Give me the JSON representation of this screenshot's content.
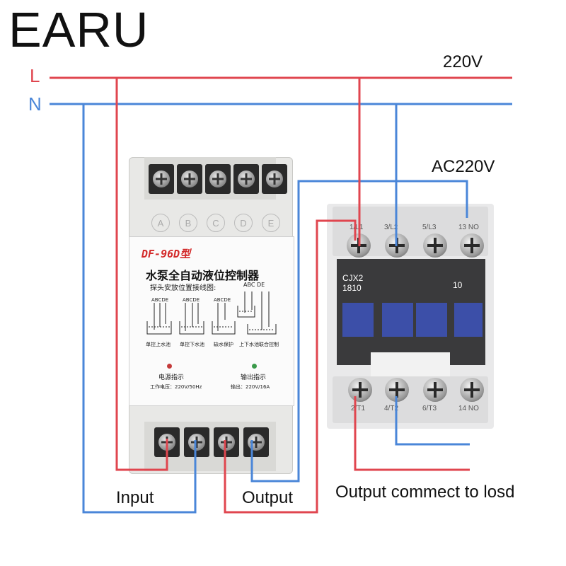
{
  "brand": "EARU",
  "lines": {
    "live": "L",
    "neutral": "N"
  },
  "labels": {
    "supply": "220V",
    "coil": "AC220V",
    "input": "Input",
    "output": "Output",
    "load": "Output commect to losd"
  },
  "controller": {
    "model": "DF-96D型",
    "title": "水泵全自动液位控制器",
    "subtitle": "探头安放位置接线图:",
    "probe_letters": [
      "A",
      "B",
      "C",
      "D",
      "E"
    ],
    "abc_group": "ABC DE",
    "diagram_letters": [
      "ABCDE",
      "ABCDE",
      "ABCDE"
    ],
    "diagram_captions": [
      "单控上水池",
      "单控下水池",
      "缺水保护",
      "上下水池联合控制"
    ],
    "power_indicator": "电源指示",
    "output_indicator": "输出指示",
    "work_voltage": "工作电压：220V/50Hz",
    "output_rating": "输出：220V/16A"
  },
  "contactor": {
    "top_terminals": [
      "1/L1",
      "3/L2",
      "5/L3",
      "13 NO"
    ],
    "bottom_terminals": [
      "2/T1",
      "4/T2",
      "6/T3",
      "14 NO"
    ],
    "model_line1": "CJX2",
    "model_line2": "1810",
    "rating": "10"
  },
  "colors": {
    "live": "#e0464f",
    "neutral": "#4a86d8"
  }
}
